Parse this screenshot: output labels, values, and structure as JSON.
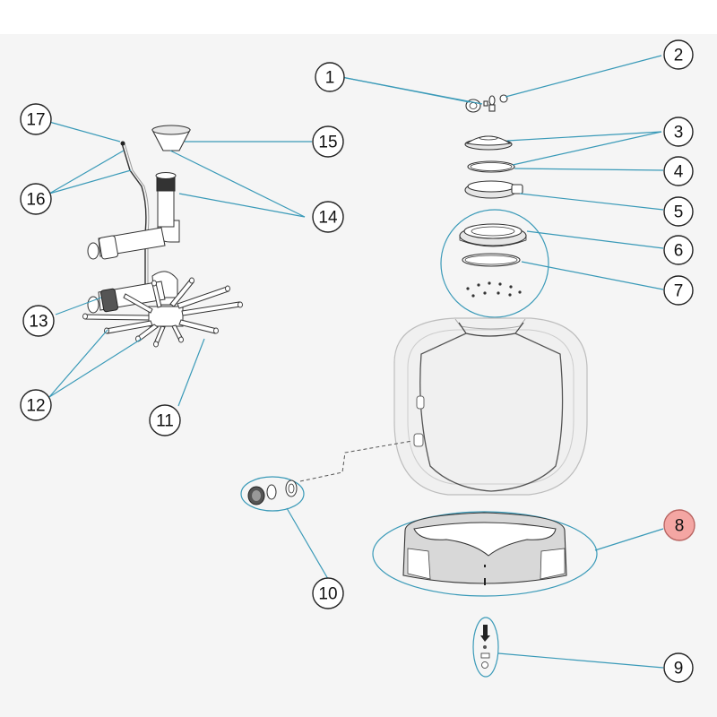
{
  "accent_color": "#3a9ab8",
  "highlight_color": "#f4a6a3",
  "callouts": [
    {
      "id": "1",
      "label": "1"
    },
    {
      "id": "2",
      "label": "2"
    },
    {
      "id": "3",
      "label": "3"
    },
    {
      "id": "4",
      "label": "4"
    },
    {
      "id": "5",
      "label": "5"
    },
    {
      "id": "6",
      "label": "6"
    },
    {
      "id": "7",
      "label": "7"
    },
    {
      "id": "8",
      "label": "8",
      "highlighted": true
    },
    {
      "id": "9",
      "label": "9"
    },
    {
      "id": "10",
      "label": "10"
    },
    {
      "id": "11",
      "label": "11"
    },
    {
      "id": "12",
      "label": "12"
    },
    {
      "id": "13",
      "label": "13"
    },
    {
      "id": "14",
      "label": "14"
    },
    {
      "id": "15",
      "label": "15"
    },
    {
      "id": "16",
      "label": "16"
    },
    {
      "id": "17",
      "label": "17"
    }
  ]
}
